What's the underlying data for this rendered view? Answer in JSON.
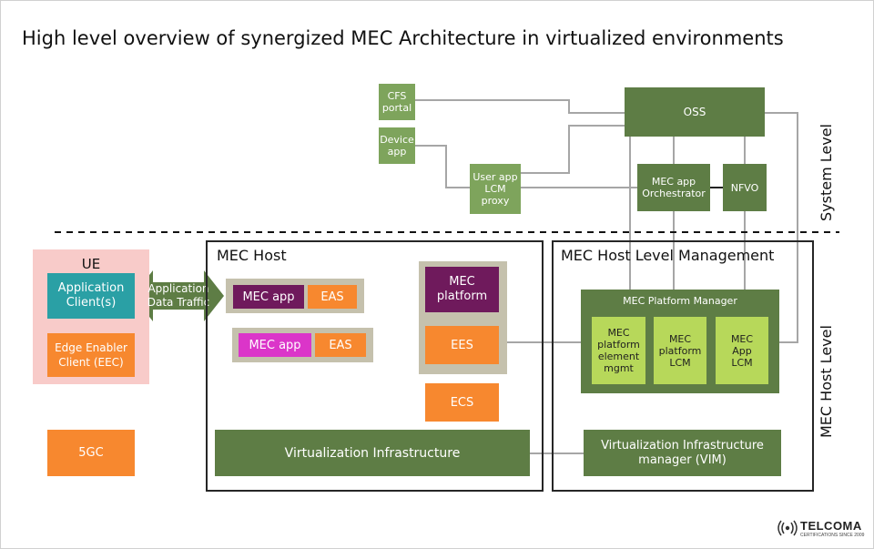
{
  "title": "High level overview of synergized MEC Architecture in virtualized environments",
  "levels": {
    "system": "System Level",
    "mec_host": "MEC Host Level"
  },
  "system": {
    "cfs_portal": "CFS portal",
    "device_app": "Device app",
    "user_app_lcm_proxy": "User app LCM proxy",
    "oss": "OSS",
    "mec_app_orchestrator": "MEC app Orchestrator",
    "nfvo": "NFVO"
  },
  "ue": {
    "title": "UE",
    "application_client": "Application Client(s)",
    "eec": "Edge Enabler Client (EEC)"
  },
  "traffic": "Application Data Traffic",
  "fivegc": "5GC",
  "mec_host": {
    "title": "MEC Host",
    "mec_app_1": "MEC app",
    "eas_1": "EAS",
    "mec_app_2": "MEC app",
    "eas_2": "EAS",
    "mec_platform": "MEC platform",
    "ees": "EES",
    "ecs": "ECS",
    "virtualization_infrastructure": "Virtualization Infrastructure"
  },
  "host_mgmt": {
    "title": "MEC Host Level Management",
    "platform_manager": "MEC Platform Manager",
    "element_mgmt": "MEC platform element mgmt",
    "platform_lcm": "MEC platform LCM",
    "app_lcm": "MEC App LCM",
    "vim": "Virtualization Infrastructure manager (VIM)"
  },
  "logo": {
    "name": "TELCOMA",
    "tagline": "CERTIFICATIONS SINCE 2009"
  },
  "colors": {
    "dark_green": "#5e7d45",
    "light_green": "#7ea45c",
    "lime": "#b7d85a",
    "orange": "#f7882f",
    "purple": "#6f1a5c",
    "magenta": "#db35c9",
    "teal": "#2aa0a5",
    "tan": "#c5c1ad",
    "pink": "#f8cbc9"
  }
}
